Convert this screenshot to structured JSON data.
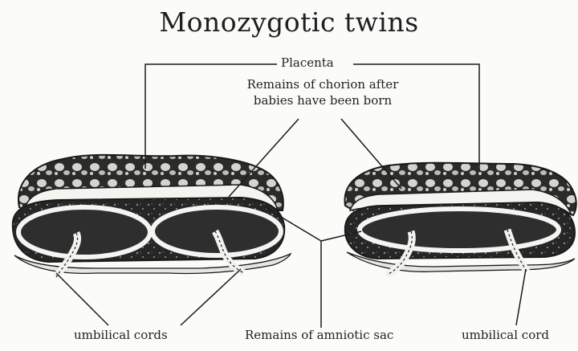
{
  "title": "Monozygotic twins",
  "labels": {
    "placenta": "Placenta",
    "chorion_line1": "Remains of chorion after",
    "chorion_line2": "babies have been born",
    "umbilical_cords": "umbilical cords",
    "amniotic_sac": "Remains of amniotic sac",
    "umbilical_cord": "umbilical cord"
  }
}
